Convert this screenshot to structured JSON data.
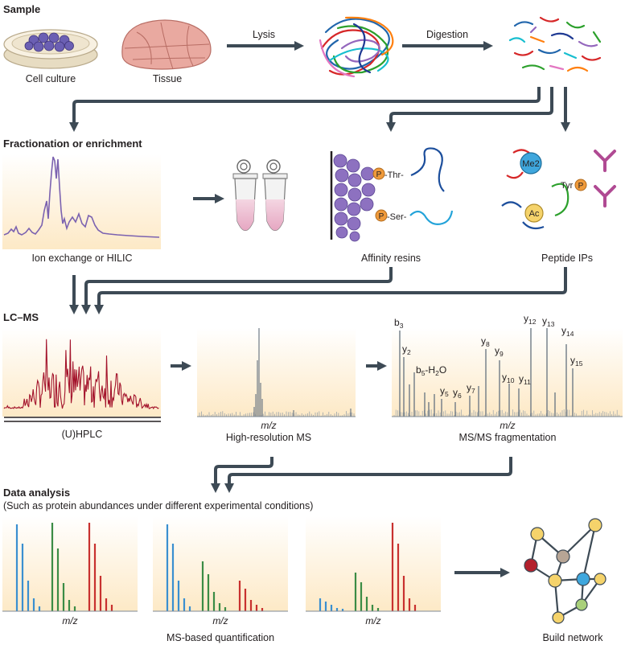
{
  "sections": {
    "sample": "Sample",
    "fractionation": "Fractionation or enrichment",
    "lcms": "LC–MS",
    "data_analysis": "Data analysis",
    "data_analysis_note": "(Such as protein abundances under different experimental conditions)"
  },
  "labels": {
    "cell_culture": "Cell culture",
    "tissue": "Tissue",
    "lysis": "Lysis",
    "digestion": "Digestion",
    "ion_exchange": "Ion exchange or HILIC",
    "affinity_resins": "Affinity resins",
    "peptide_ips": "Peptide IPs",
    "uhplc": "(U)HPLC",
    "high_res_ms": "High-resolution MS",
    "msms": "MS/MS fragmentation",
    "mz": "m/z",
    "ms_quant": "MS-based quantification",
    "build_network": "Build network"
  },
  "ptm": {
    "p": "P",
    "thr": "-Thr-",
    "ser": "-Ser-",
    "me2": "Me2",
    "ac": "Ac",
    "tyr": "Tyr"
  },
  "ions": [
    {
      "base": "b",
      "sub": "3",
      "post": ""
    },
    {
      "base": "y",
      "sub": "2",
      "post": ""
    },
    {
      "base": "b",
      "sub": "5",
      "post": "-H"
    },
    {
      "base": "y",
      "sub": "5",
      "post": ""
    },
    {
      "base": "y",
      "sub": "6",
      "post": ""
    },
    {
      "base": "y",
      "sub": "7",
      "post": ""
    },
    {
      "base": "y",
      "sub": "8",
      "post": ""
    },
    {
      "base": "y",
      "sub": "9",
      "post": ""
    },
    {
      "base": "y",
      "sub": "10",
      "post": ""
    },
    {
      "base": "y",
      "sub": "11",
      "post": ""
    },
    {
      "base": "y",
      "sub": "12",
      "post": ""
    },
    {
      "base": "y",
      "sub": "13",
      "post": ""
    },
    {
      "base": "y",
      "sub": "14",
      "post": ""
    },
    {
      "base": "y",
      "sub": "15",
      "post": ""
    }
  ],
  "h2o_sub": "2",
  "h2o_tail": "O",
  "colors": {
    "arrow": "#3d4a55",
    "chrom": "#7b62b0",
    "lc": "#a3132b",
    "blue": "#3a8fd0",
    "green": "#3b8c45",
    "red": "#c8312f",
    "panel_top": "#ffffff",
    "panel_bottom": "#fde9c6"
  }
}
